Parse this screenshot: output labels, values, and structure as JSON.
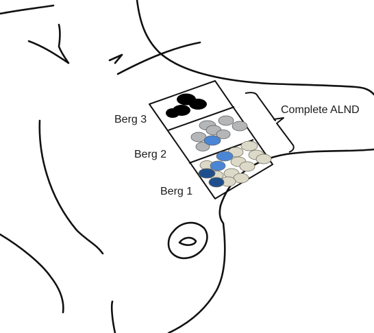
{
  "labels": {
    "berg3": "Berg 3",
    "berg2": "Berg 2",
    "berg1": "Berg 1",
    "complete_alnd": "Complete ALND"
  },
  "colors": {
    "outline": "#111111",
    "berg3_node": "#000000",
    "berg2_node": "#b4b6b8",
    "berg2_highlight": "#4b86d6",
    "berg1_node": "#dcd9c8",
    "berg1_dark": "#1f4e8c",
    "berg1_light": "#4b86d6"
  }
}
